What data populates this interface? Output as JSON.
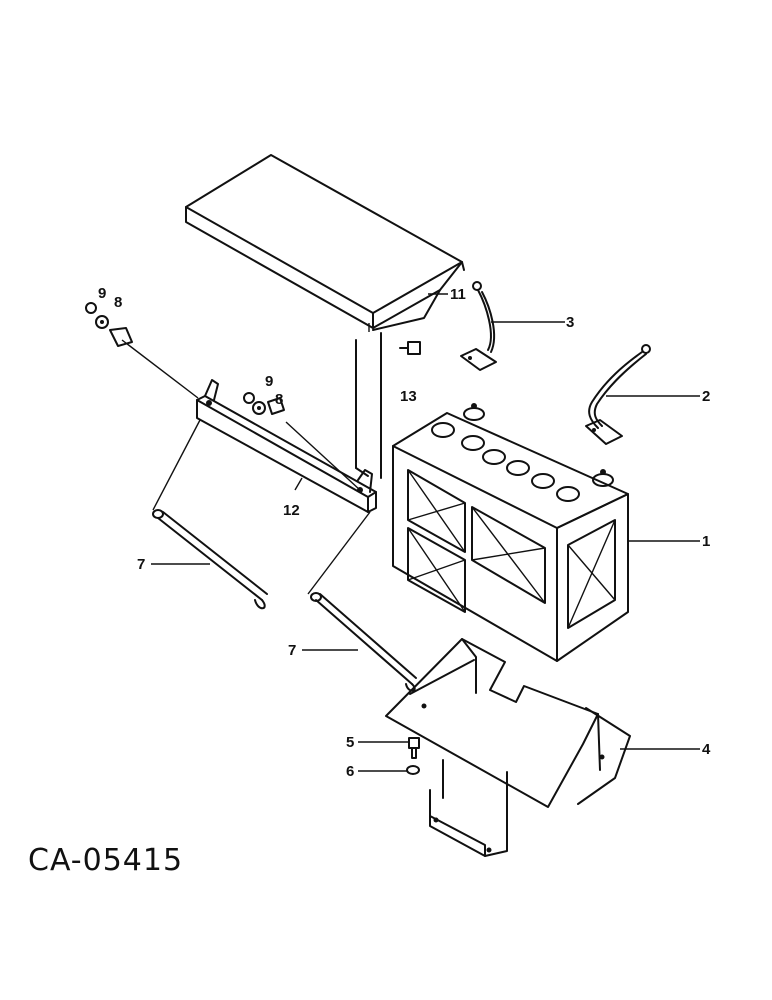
{
  "figure_code": "CA-05415",
  "callouts": {
    "c1": "1",
    "c2": "2",
    "c3": "3",
    "c4": "4",
    "c5": "5",
    "c6": "6",
    "c7a": "7",
    "c7b": "7",
    "c8a": "8",
    "c8b": "8",
    "c9a": "9",
    "c9b": "9",
    "c11": "11",
    "c12": "12",
    "c13": "13"
  }
}
